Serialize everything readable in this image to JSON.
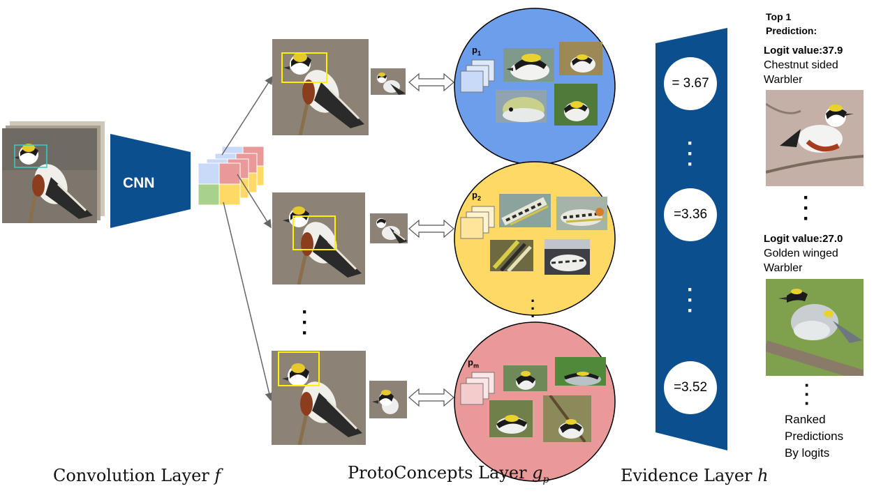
{
  "cnn_label": "CNN",
  "proto": [
    {
      "label": "p",
      "sub": "1",
      "color": "#6D9EEB"
    },
    {
      "label": "p",
      "sub": "2",
      "color": "#FFD966"
    },
    {
      "label": "p",
      "sub": "m",
      "color": "#EA9999"
    }
  ],
  "evidence_values": [
    "= 3.67",
    "=3.36",
    "=3.52"
  ],
  "prediction": {
    "header_line1": "Top 1",
    "header_line2": "Prediction:",
    "first_logit": "Logit value:37.9",
    "first_name_line1": "Chestnut sided",
    "first_name_line2": "Warbler",
    "second_logit": "Logit value:27.0",
    "second_name_line1": "Golden winged",
    "second_name_line2": "Warbler",
    "footer_line1": "Ranked",
    "footer_line2": "Predictions",
    "footer_line3": "By logits"
  },
  "layer_labels": {
    "convolution": "Convolution Layer",
    "convolution_var": "f",
    "protoconcepts": "ProtoConcepts Layer",
    "protoconcepts_var": "g",
    "protoconcepts_sub": "p",
    "evidence": "Evidence Layer",
    "evidence_var": "h"
  },
  "colors": {
    "navy": "#0B4F8F",
    "blue_fill": "#6D9EEB",
    "yellow_fill": "#FFD966",
    "red_fill": "#EA9999",
    "green_cell": "#A9D18E",
    "box_yellow": "#FFF200",
    "box_cyan": "#33CCCC"
  },
  "icons": [
    "bird-photo",
    "double-arrow-icon",
    "feature-map-icon",
    "prototype-stack-icon"
  ]
}
